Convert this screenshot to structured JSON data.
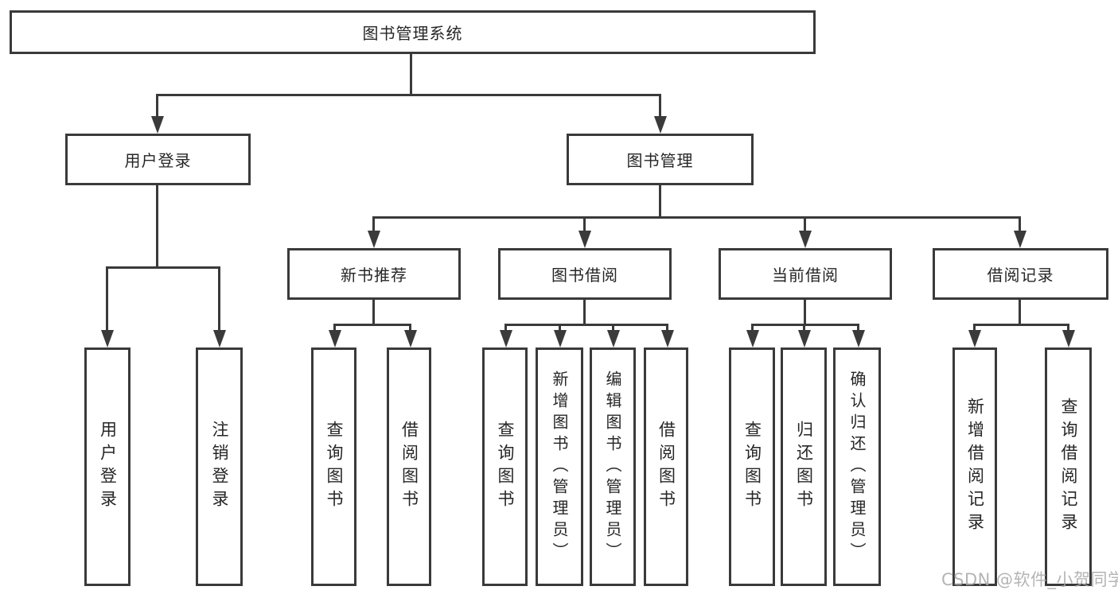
{
  "watermark": {
    "text": "CSDN @软件_小贺同学"
  },
  "diagram": {
    "root": {
      "label": "图书管理系统"
    },
    "user_login": {
      "label": "用户登录",
      "children": {
        "login": {
          "label": "用户登录"
        },
        "logout": {
          "label": "注销登录"
        }
      }
    },
    "book_mgmt": {
      "label": "图书管理",
      "sections": {
        "new_rec": {
          "label": "新书推荐",
          "children": {
            "query": {
              "label": "查询图书"
            },
            "borrow": {
              "label": "借阅图书"
            }
          }
        },
        "borrowing": {
          "label": "图书借阅",
          "children": {
            "query": {
              "label": "查询图书"
            },
            "add": {
              "label": "新增图书（管理员）"
            },
            "edit": {
              "label": "编辑图书（管理员）"
            },
            "borrow": {
              "label": "借阅图书"
            }
          }
        },
        "current": {
          "label": "当前借阅",
          "children": {
            "query": {
              "label": "查询图书"
            },
            "return": {
              "label": "归还图书"
            },
            "confirm": {
              "label": "确认归还（管理员）"
            }
          }
        },
        "records": {
          "label": "借阅记录",
          "children": {
            "add": {
              "label": "新增借阅记录"
            },
            "query": {
              "label": "查询借阅记录"
            }
          }
        }
      }
    }
  }
}
